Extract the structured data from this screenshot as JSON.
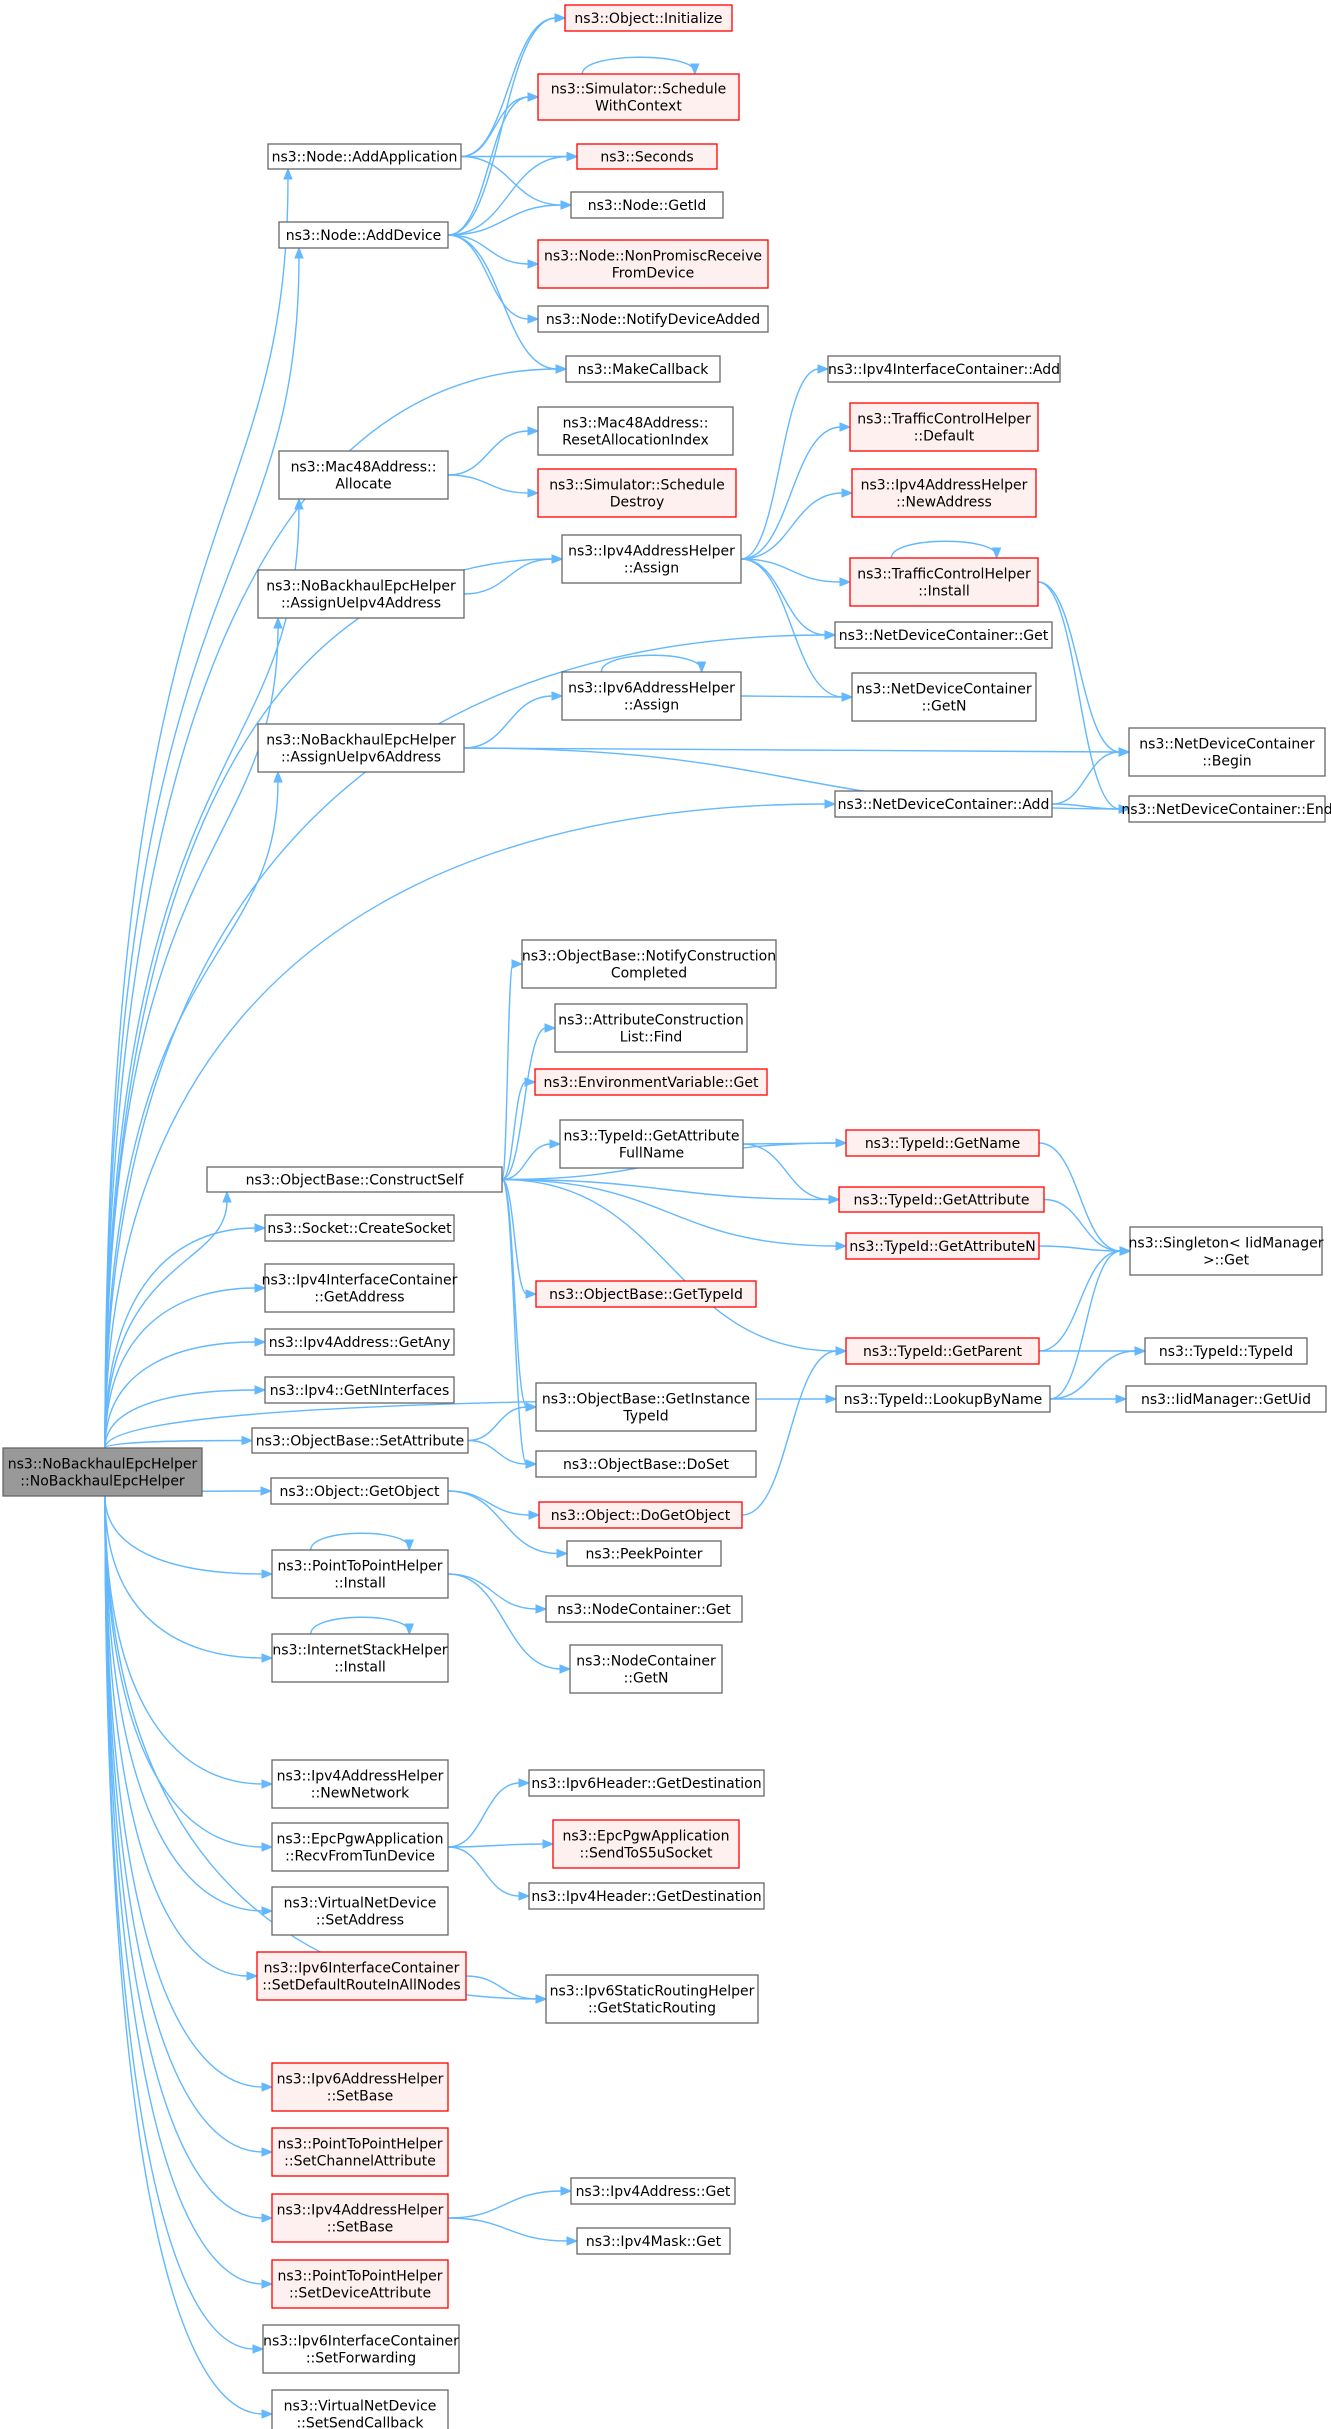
{
  "colors": {
    "edge": "#63b8ff",
    "node_border": "#666666",
    "node_fill": "#ffffff",
    "truncated_border": "#ff0000",
    "truncated_fill": "#fff0f0",
    "root_fill": "#999999",
    "root_border": "#666666"
  },
  "nodes": [
    {
      "id": "root",
      "lines": [
        "ns3::NoBackhaulEpcHelper",
        "::NoBackhaulEpcHelper"
      ],
      "style": "root"
    },
    {
      "id": "n_addapp",
      "lines": [
        "ns3::Node::AddApplication"
      ],
      "style": "normal"
    },
    {
      "id": "n_adddev",
      "lines": [
        "ns3::Node::AddDevice"
      ],
      "style": "normal"
    },
    {
      "id": "n_obj_init",
      "lines": [
        "ns3::Object::Initialize"
      ],
      "style": "truncated"
    },
    {
      "id": "n_sched_ctx",
      "lines": [
        "ns3::Simulator::Schedule",
        "WithContext"
      ],
      "style": "truncated"
    },
    {
      "id": "n_seconds",
      "lines": [
        "ns3::Seconds"
      ],
      "style": "truncated"
    },
    {
      "id": "n_getid",
      "lines": [
        "ns3::Node::GetId"
      ],
      "style": "normal"
    },
    {
      "id": "n_nonprom",
      "lines": [
        "ns3::Node::NonPromiscReceive",
        "FromDevice"
      ],
      "style": "truncated"
    },
    {
      "id": "n_notify",
      "lines": [
        "ns3::Node::NotifyDeviceAdded"
      ],
      "style": "normal"
    },
    {
      "id": "n_makecb",
      "lines": [
        "ns3::MakeCallback"
      ],
      "style": "normal"
    },
    {
      "id": "n_mac48alloc",
      "lines": [
        "ns3::Mac48Address::",
        "Allocate"
      ],
      "style": "normal"
    },
    {
      "id": "n_mac48reset",
      "lines": [
        "ns3::Mac48Address::",
        "ResetAllocationIndex"
      ],
      "style": "normal"
    },
    {
      "id": "n_sched_destroy",
      "lines": [
        "ns3::Simulator::Schedule",
        "Destroy"
      ],
      "style": "truncated"
    },
    {
      "id": "n_assign4",
      "lines": [
        "ns3::NoBackhaulEpcHelper",
        "::AssignUeIpv4Address"
      ],
      "style": "normal"
    },
    {
      "id": "n_ipv4assign",
      "lines": [
        "ns3::Ipv4AddressHelper",
        "::Assign"
      ],
      "style": "normal"
    },
    {
      "id": "n_ipv4icadd",
      "lines": [
        "ns3::Ipv4InterfaceContainer::Add"
      ],
      "style": "normal"
    },
    {
      "id": "n_tch_default",
      "lines": [
        "ns3::TrafficControlHelper",
        "::Default"
      ],
      "style": "truncated"
    },
    {
      "id": "n_ipv4newaddr",
      "lines": [
        "ns3::Ipv4AddressHelper",
        "::NewAddress"
      ],
      "style": "truncated"
    },
    {
      "id": "n_tch_install",
      "lines": [
        "ns3::TrafficControlHelper",
        "::Install"
      ],
      "style": "truncated"
    },
    {
      "id": "n_ndc_get",
      "lines": [
        "ns3::NetDeviceContainer::Get"
      ],
      "style": "normal"
    },
    {
      "id": "n_ipv6assign",
      "lines": [
        "ns3::Ipv6AddressHelper",
        "::Assign"
      ],
      "style": "normal"
    },
    {
      "id": "n_ndc_getn",
      "lines": [
        "ns3::NetDeviceContainer",
        "::GetN"
      ],
      "style": "normal"
    },
    {
      "id": "n_assign6",
      "lines": [
        "ns3::NoBackhaulEpcHelper",
        "::AssignUeIpv6Address"
      ],
      "style": "normal"
    },
    {
      "id": "n_ndc_begin",
      "lines": [
        "ns3::NetDeviceContainer",
        "::Begin"
      ],
      "style": "normal"
    },
    {
      "id": "n_ndc_add",
      "lines": [
        "ns3::NetDeviceContainer::Add"
      ],
      "style": "normal"
    },
    {
      "id": "n_ndc_end",
      "lines": [
        "ns3::NetDeviceContainer::End"
      ],
      "style": "normal"
    },
    {
      "id": "n_ob_notify",
      "lines": [
        "ns3::ObjectBase::NotifyConstruction",
        "Completed"
      ],
      "style": "normal"
    },
    {
      "id": "n_acl_find",
      "lines": [
        "ns3::AttributeConstruction",
        "List::Find"
      ],
      "style": "normal"
    },
    {
      "id": "n_envvar",
      "lines": [
        "ns3::EnvironmentVariable::Get"
      ],
      "style": "truncated"
    },
    {
      "id": "n_construct",
      "lines": [
        "ns3::ObjectBase::ConstructSelf"
      ],
      "style": "normal"
    },
    {
      "id": "n_tid_getattrfull",
      "lines": [
        "ns3::TypeId::GetAttribute",
        "FullName"
      ],
      "style": "normal"
    },
    {
      "id": "n_tid_getname",
      "lines": [
        "ns3::TypeId::GetName"
      ],
      "style": "truncated"
    },
    {
      "id": "n_tid_getattr",
      "lines": [
        "ns3::TypeId::GetAttribute"
      ],
      "style": "truncated"
    },
    {
      "id": "n_tid_getattrn",
      "lines": [
        "ns3::TypeId::GetAttributeN"
      ],
      "style": "truncated"
    },
    {
      "id": "n_singleton",
      "lines": [
        "ns3::Singleton< IidManager",
        ">::Get"
      ],
      "style": "normal"
    },
    {
      "id": "n_createsock",
      "lines": [
        "ns3::Socket::CreateSocket"
      ],
      "style": "normal"
    },
    {
      "id": "n_ipv4ic_getaddr",
      "lines": [
        "ns3::Ipv4InterfaceContainer",
        "::GetAddress"
      ],
      "style": "normal"
    },
    {
      "id": "n_ob_gettypeid",
      "lines": [
        "ns3::ObjectBase::GetTypeId"
      ],
      "style": "truncated"
    },
    {
      "id": "n_ipv4addr_getany",
      "lines": [
        "ns3::Ipv4Address::GetAny"
      ],
      "style": "normal"
    },
    {
      "id": "n_tid_getparent",
      "lines": [
        "ns3::TypeId::GetParent"
      ],
      "style": "truncated"
    },
    {
      "id": "n_tid_typeid",
      "lines": [
        "ns3::TypeId::TypeId"
      ],
      "style": "normal"
    },
    {
      "id": "n_ipv4_getnif",
      "lines": [
        "ns3::Ipv4::GetNInterfaces"
      ],
      "style": "normal"
    },
    {
      "id": "n_ob_getinst",
      "lines": [
        "ns3::ObjectBase::GetInstance",
        "TypeId"
      ],
      "style": "normal"
    },
    {
      "id": "n_tid_lookup",
      "lines": [
        "ns3::TypeId::LookupByName"
      ],
      "style": "normal"
    },
    {
      "id": "n_iid_getuid",
      "lines": [
        "ns3::IidManager::GetUid"
      ],
      "style": "normal"
    },
    {
      "id": "n_ob_setattr",
      "lines": [
        "ns3::ObjectBase::SetAttribute"
      ],
      "style": "normal"
    },
    {
      "id": "n_ob_doset",
      "lines": [
        "ns3::ObjectBase::DoSet"
      ],
      "style": "normal"
    },
    {
      "id": "n_obj_getobj",
      "lines": [
        "ns3::Object::GetObject"
      ],
      "style": "normal"
    },
    {
      "id": "n_obj_dogetobj",
      "lines": [
        "ns3::Object::DoGetObject"
      ],
      "style": "truncated"
    },
    {
      "id": "n_peekptr",
      "lines": [
        "ns3::PeekPointer"
      ],
      "style": "normal"
    },
    {
      "id": "n_p2p_install",
      "lines": [
        "ns3::PointToPointHelper",
        "::Install"
      ],
      "style": "normal"
    },
    {
      "id": "n_nc_get",
      "lines": [
        "ns3::NodeContainer::Get"
      ],
      "style": "normal"
    },
    {
      "id": "n_nc_getn",
      "lines": [
        "ns3::NodeContainer",
        "::GetN"
      ],
      "style": "normal"
    },
    {
      "id": "n_ish_install",
      "lines": [
        "ns3::InternetStackHelper",
        "::Install"
      ],
      "style": "normal"
    },
    {
      "id": "n_ipv4_newnet",
      "lines": [
        "ns3::Ipv4AddressHelper",
        "::NewNetwork"
      ],
      "style": "normal"
    },
    {
      "id": "n_ipv6hdr_dest",
      "lines": [
        "ns3::Ipv6Header::GetDestination"
      ],
      "style": "normal"
    },
    {
      "id": "n_epc_recv",
      "lines": [
        "ns3::EpcPgwApplication",
        "::RecvFromTunDevice"
      ],
      "style": "normal"
    },
    {
      "id": "n_epc_sends5u",
      "lines": [
        "ns3::EpcPgwApplication",
        "::SendToS5uSocket"
      ],
      "style": "truncated"
    },
    {
      "id": "n_ipv4hdr_dest",
      "lines": [
        "ns3::Ipv4Header::GetDestination"
      ],
      "style": "normal"
    },
    {
      "id": "n_vnd_setaddr",
      "lines": [
        "ns3::VirtualNetDevice",
        "::SetAddress"
      ],
      "style": "normal"
    },
    {
      "id": "n_ipv6ic_setdef",
      "lines": [
        "ns3::Ipv6InterfaceContainer",
        "::SetDefaultRouteInAllNodes"
      ],
      "style": "truncated"
    },
    {
      "id": "n_ipv6srh_get",
      "lines": [
        "ns3::Ipv6StaticRoutingHelper",
        "::GetStaticRouting"
      ],
      "style": "normal"
    },
    {
      "id": "n_ipv6ah_setbase",
      "lines": [
        "ns3::Ipv6AddressHelper",
        "::SetBase"
      ],
      "style": "truncated"
    },
    {
      "id": "n_p2p_setchan",
      "lines": [
        "ns3::PointToPointHelper",
        "::SetChannelAttribute"
      ],
      "style": "truncated"
    },
    {
      "id": "n_ipv4ah_setbase",
      "lines": [
        "ns3::Ipv4AddressHelper",
        "::SetBase"
      ],
      "style": "truncated"
    },
    {
      "id": "n_ipv4addr_get",
      "lines": [
        "ns3::Ipv4Address::Get"
      ],
      "style": "normal"
    },
    {
      "id": "n_ipv4mask_get",
      "lines": [
        "ns3::Ipv4Mask::Get"
      ],
      "style": "normal"
    },
    {
      "id": "n_p2p_setdev",
      "lines": [
        "ns3::PointToPointHelper",
        "::SetDeviceAttribute"
      ],
      "style": "truncated"
    },
    {
      "id": "n_ipv6ic_setfwd",
      "lines": [
        "ns3::Ipv6InterfaceContainer",
        "::SetForwarding"
      ],
      "style": "normal"
    },
    {
      "id": "n_vnd_setsendcb",
      "lines": [
        "ns3::VirtualNetDevice",
        "::SetSendCallback"
      ],
      "style": "normal"
    }
  ],
  "edges": [
    [
      "root",
      "n_addapp"
    ],
    [
      "root",
      "n_adddev"
    ],
    [
      "root",
      "n_makecb"
    ],
    [
      "root",
      "n_mac48alloc"
    ],
    [
      "root",
      "n_ipv4assign"
    ],
    [
      "root",
      "n_assign4"
    ],
    [
      "root",
      "n_ndc_get"
    ],
    [
      "root",
      "n_assign6"
    ],
    [
      "root",
      "n_ndc_add"
    ],
    [
      "root",
      "n_construct"
    ],
    [
      "root",
      "n_createsock"
    ],
    [
      "root",
      "n_ipv4ic_getaddr"
    ],
    [
      "root",
      "n_ipv4addr_getany"
    ],
    [
      "root",
      "n_ipv4_getnif"
    ],
    [
      "root",
      "n_ob_setattr"
    ],
    [
      "root",
      "n_obj_getobj"
    ],
    [
      "root",
      "n_p2p_install"
    ],
    [
      "root",
      "n_ish_install"
    ],
    [
      "root",
      "n_tid_lookup"
    ],
    [
      "root",
      "n_ipv4_newnet"
    ],
    [
      "root",
      "n_epc_recv"
    ],
    [
      "root",
      "n_vnd_setaddr"
    ],
    [
      "root",
      "n_ipv6ic_setdef"
    ],
    [
      "root",
      "n_ipv6srh_get"
    ],
    [
      "root",
      "n_ipv6ah_setbase"
    ],
    [
      "root",
      "n_p2p_setchan"
    ],
    [
      "root",
      "n_ipv4ah_setbase"
    ],
    [
      "root",
      "n_p2p_setdev"
    ],
    [
      "root",
      "n_ipv6ic_setfwd"
    ],
    [
      "root",
      "n_vnd_setsendcb"
    ],
    [
      "n_addapp",
      "n_obj_init"
    ],
    [
      "n_addapp",
      "n_sched_ctx"
    ],
    [
      "n_addapp",
      "n_seconds"
    ],
    [
      "n_addapp",
      "n_getid"
    ],
    [
      "n_adddev",
      "n_obj_init"
    ],
    [
      "n_adddev",
      "n_sched_ctx"
    ],
    [
      "n_adddev",
      "n_seconds"
    ],
    [
      "n_adddev",
      "n_getid"
    ],
    [
      "n_adddev",
      "n_nonprom"
    ],
    [
      "n_adddev",
      "n_notify"
    ],
    [
      "n_adddev",
      "n_makecb"
    ],
    [
      "n_sched_ctx",
      "n_sched_ctx"
    ],
    [
      "n_mac48alloc",
      "n_mac48reset"
    ],
    [
      "n_mac48alloc",
      "n_sched_destroy"
    ],
    [
      "n_assign4",
      "n_ipv4assign"
    ],
    [
      "n_ipv4assign",
      "n_ipv4icadd"
    ],
    [
      "n_ipv4assign",
      "n_tch_default"
    ],
    [
      "n_ipv4assign",
      "n_ipv4newaddr"
    ],
    [
      "n_ipv4assign",
      "n_tch_install"
    ],
    [
      "n_ipv4assign",
      "n_ndc_get"
    ],
    [
      "n_ipv4assign",
      "n_ndc_getn"
    ],
    [
      "n_tch_install",
      "n_tch_install"
    ],
    [
      "n_tch_install",
      "n_ndc_begin"
    ],
    [
      "n_tch_install",
      "n_ndc_end"
    ],
    [
      "n_assign6",
      "n_ipv6assign"
    ],
    [
      "n_assign6",
      "n_ndc_begin"
    ],
    [
      "n_assign6",
      "n_ndc_end"
    ],
    [
      "n_ipv6assign",
      "n_ipv6assign"
    ],
    [
      "n_ipv6assign",
      "n_ndc_getn"
    ],
    [
      "n_ndc_add",
      "n_ndc_begin"
    ],
    [
      "n_ndc_add",
      "n_ndc_end"
    ],
    [
      "n_construct",
      "n_ob_notify"
    ],
    [
      "n_construct",
      "n_acl_find"
    ],
    [
      "n_construct",
      "n_envvar"
    ],
    [
      "n_construct",
      "n_tid_getattrfull"
    ],
    [
      "n_construct",
      "n_tid_getname"
    ],
    [
      "n_construct",
      "n_tid_getattr"
    ],
    [
      "n_construct",
      "n_tid_getattrn"
    ],
    [
      "n_construct",
      "n_ob_gettypeid"
    ],
    [
      "n_construct",
      "n_tid_getparent"
    ],
    [
      "n_construct",
      "n_ob_getinst"
    ],
    [
      "n_construct",
      "n_ob_doset"
    ],
    [
      "n_tid_getattrfull",
      "n_tid_getname"
    ],
    [
      "n_tid_getattrfull",
      "n_tid_getattr"
    ],
    [
      "n_tid_getname",
      "n_singleton"
    ],
    [
      "n_tid_getattr",
      "n_singleton"
    ],
    [
      "n_tid_getattrn",
      "n_singleton"
    ],
    [
      "n_tid_getparent",
      "n_singleton"
    ],
    [
      "n_tid_getparent",
      "n_tid_typeid"
    ],
    [
      "n_tid_lookup",
      "n_singleton"
    ],
    [
      "n_tid_lookup",
      "n_tid_typeid"
    ],
    [
      "n_tid_lookup",
      "n_iid_getuid"
    ],
    [
      "n_ob_setattr",
      "n_ob_getinst"
    ],
    [
      "n_ob_setattr",
      "n_ob_doset"
    ],
    [
      "n_obj_getobj",
      "n_obj_dogetobj"
    ],
    [
      "n_obj_getobj",
      "n_peekptr"
    ],
    [
      "n_obj_dogetobj",
      "n_tid_getparent"
    ],
    [
      "n_p2p_install",
      "n_p2p_install"
    ],
    [
      "n_p2p_install",
      "n_nc_get"
    ],
    [
      "n_p2p_install",
      "n_nc_getn"
    ],
    [
      "n_ish_install",
      "n_ish_install"
    ],
    [
      "n_epc_recv",
      "n_ipv6hdr_dest"
    ],
    [
      "n_epc_recv",
      "n_epc_sends5u"
    ],
    [
      "n_epc_recv",
      "n_ipv4hdr_dest"
    ],
    [
      "n_ipv6ic_setdef",
      "n_ipv6srh_get"
    ],
    [
      "n_ipv4ah_setbase",
      "n_ipv4addr_get"
    ],
    [
      "n_ipv4ah_setbase",
      "n_ipv4mask_get"
    ]
  ]
}
